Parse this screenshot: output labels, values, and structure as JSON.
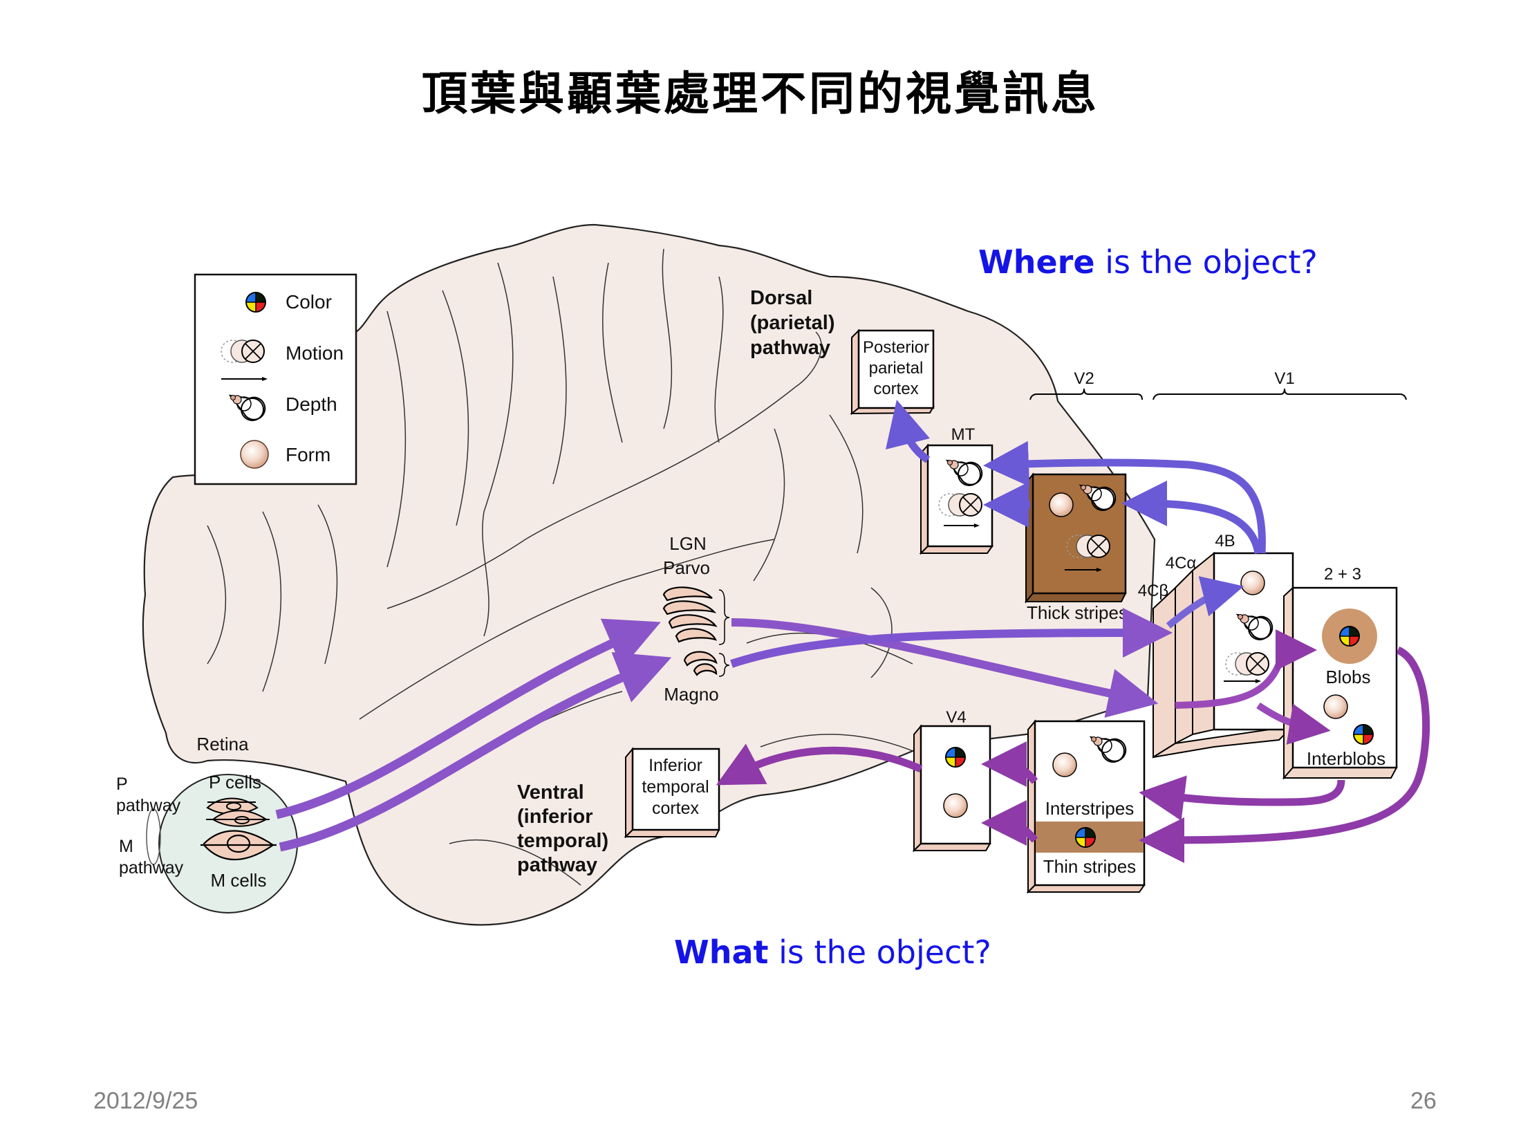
{
  "slide": {
    "title": "頂葉與顳葉處理不同的視覺訊息",
    "where_question": {
      "bold": "Where",
      "rest": " is the object?"
    },
    "what_question": {
      "bold": "What",
      "rest": " is the object?"
    },
    "footer_date": "2012/9/25",
    "page_number": "26"
  },
  "colors": {
    "question_text": "#1414e6",
    "dorsal_arrow": "#6a5ad6",
    "ventral_arrow": "#8e3aa8",
    "lgn_arrow": "#8a55c8",
    "thick_stripe_fill": "#a8703e",
    "brain_fill": "#f5ebe6",
    "retina_fill": "#e4efe9"
  },
  "legend": {
    "items": [
      {
        "icon": "color-wheel-icon",
        "label": "Color"
      },
      {
        "icon": "motion-icon",
        "label": "Motion"
      },
      {
        "icon": "depth-cone-icon",
        "label": "Depth"
      },
      {
        "icon": "form-sphere-icon",
        "label": "Form"
      }
    ]
  },
  "labels": {
    "dorsal_pathway": [
      "Dorsal",
      "(parietal)",
      "pathway"
    ],
    "posterior_parietal": [
      "Posterior",
      "parietal",
      "cortex"
    ],
    "v2": "V2",
    "v1": "V1",
    "mt": "MT",
    "thick_stripes": "Thick stripes",
    "layer_4b": "4B",
    "layer_4ca": "4Cα",
    "layer_4cb": "4Cβ",
    "layer_2_3": "2 + 3",
    "blobs": "Blobs",
    "interblobs": "Interblobs",
    "lgn": "LGN",
    "parvo": "Parvo",
    "magno": "Magno",
    "retina": "Retina",
    "p_cells": "P cells",
    "m_cells": "M cells",
    "p_pathway": [
      "P",
      "pathway"
    ],
    "m_pathway": [
      "M",
      "pathway"
    ],
    "ventral_pathway": [
      "Ventral",
      "(inferior",
      "temporal)",
      "pathway"
    ],
    "inferior_temporal": [
      "Inferior",
      "temporal",
      "cortex"
    ],
    "v4": "V4",
    "interstripes": "Interstripes",
    "thin_stripes": "Thin stripes"
  }
}
